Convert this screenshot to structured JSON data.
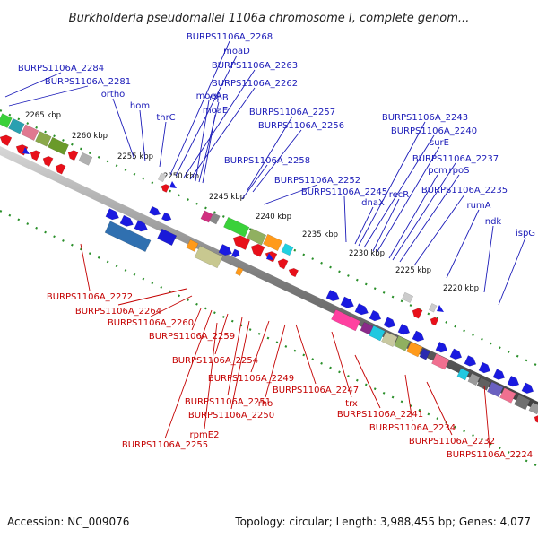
{
  "title": "Burkholderia pseudomallei 1106a chromosome I, complete genom...",
  "footer": {
    "accession": "Accession: NC_009076",
    "summary": "Topology: circular; Length: 3,988,455 bp; Genes: 4,077"
  },
  "colors": {
    "forward_gene": "#1a1ae0",
    "reverse_gene": "#e8101a",
    "top_label": "#1a1ab8",
    "bottom_label": "#c40000",
    "backbone": "#8a8a8a",
    "tick": "#1e8a1e"
  },
  "kbp_ticks": [
    "2265 kbp",
    "2260 kbp",
    "2255 kbp",
    "2250 kbp",
    "2245 kbp",
    "2240 kbp",
    "2235 kbp",
    "2230 kbp",
    "2225 kbp",
    "2220 kbp"
  ],
  "top_labels": [
    "BURPS1106A_2268",
    "moaD",
    "BURPS1106A_2263",
    "BURPS1106A_2262",
    "BURPS1106A_2284",
    "BURPS1106A_2281",
    "ortho",
    "moeA",
    "clpB",
    "hom",
    "moaE",
    "thrC",
    "BURPS1106A_2257",
    "BURPS1106A_2256",
    "BURPS1106A_2258",
    "BURPS1106A_2252",
    "BURPS1106A_2245",
    "dnaX",
    "BURPS1106A_2243",
    "BURPS1106A_2240",
    "surE",
    "BURPS1106A_2237",
    "pcm",
    "rpoS",
    "recR",
    "BURPS1106A_2235",
    "rumA",
    "ndk",
    "ispG"
  ],
  "bottom_labels": [
    "BURPS1106A_2272",
    "BURPS1106A_2264",
    "BURPS1106A_2260",
    "BURPS1106A_2259",
    "BURPS1106A_2254",
    "BURPS1106A_2249",
    "BURPS1106A_2247",
    "BURPS1106A_2251",
    "rho",
    "BURPS1106A_2250",
    "trx",
    "BURPS1106A_2241",
    "BURPS1106A_2234",
    "BURPS1106A_2232",
    "BURPS1106A_2224",
    "rpmE2",
    "BURPS1106A_2255"
  ]
}
